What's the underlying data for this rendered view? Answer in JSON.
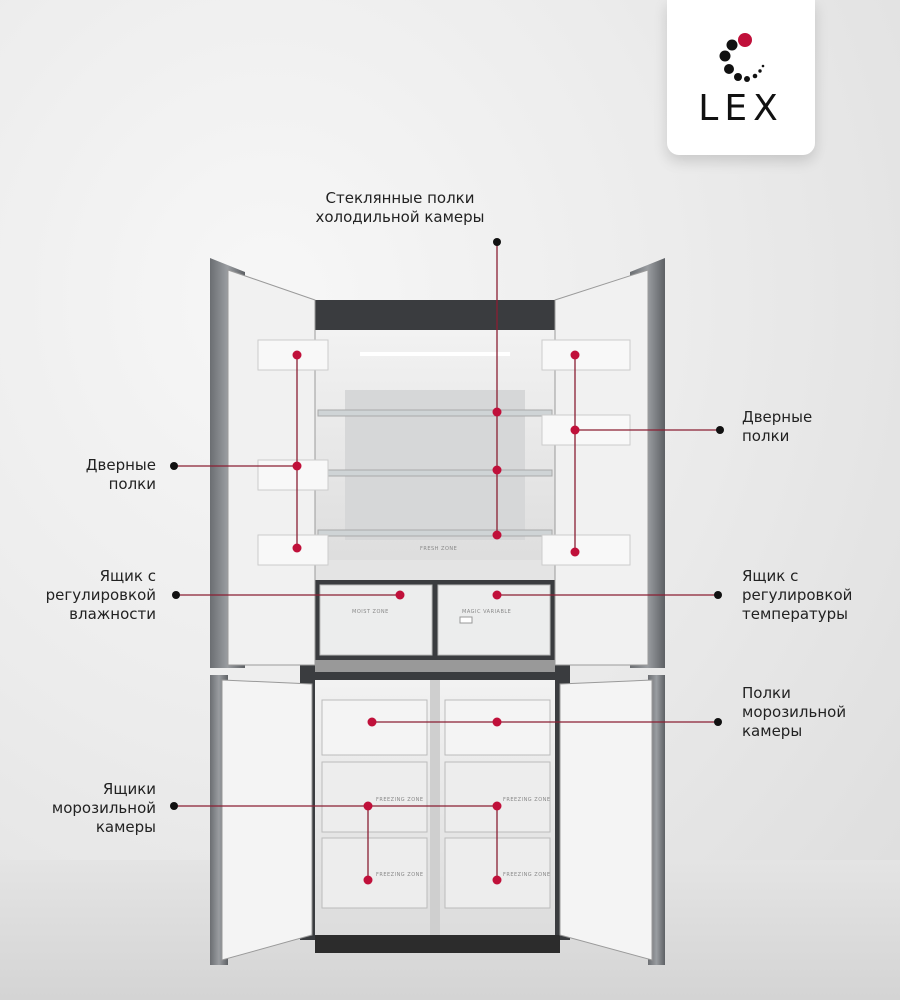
{
  "brand": {
    "name": "LEX",
    "accent": "#c0103a"
  },
  "callouts": {
    "glass_shelves": [
      "Стеклянные полки",
      "холодильной камеры"
    ],
    "door_shelves_left": [
      "Дверные",
      "полки"
    ],
    "door_shelves_right": [
      "Дверные",
      "полки"
    ],
    "humidity_drawer": [
      "Ящик с",
      "регулировкой",
      "влажности"
    ],
    "temperature_drawer": [
      "Ящик с",
      "регулировкой",
      "температуры"
    ],
    "freezer_shelves": [
      "Полки",
      "морозильной",
      "камеры"
    ],
    "freezer_drawers": [
      "Ящики",
      "морозильной",
      "камеры"
    ]
  },
  "product_labels": {
    "fresh_zone": "FRESH ZONE",
    "moist_zone": "MOIST ZONE",
    "magic_variable": "MAGIC VARIABLE",
    "freezing_zone": "FREEZING ZONE"
  },
  "colors": {
    "line": "#8a1f33",
    "dot_outer": "#111111",
    "dot_inner": "#c0103a"
  }
}
